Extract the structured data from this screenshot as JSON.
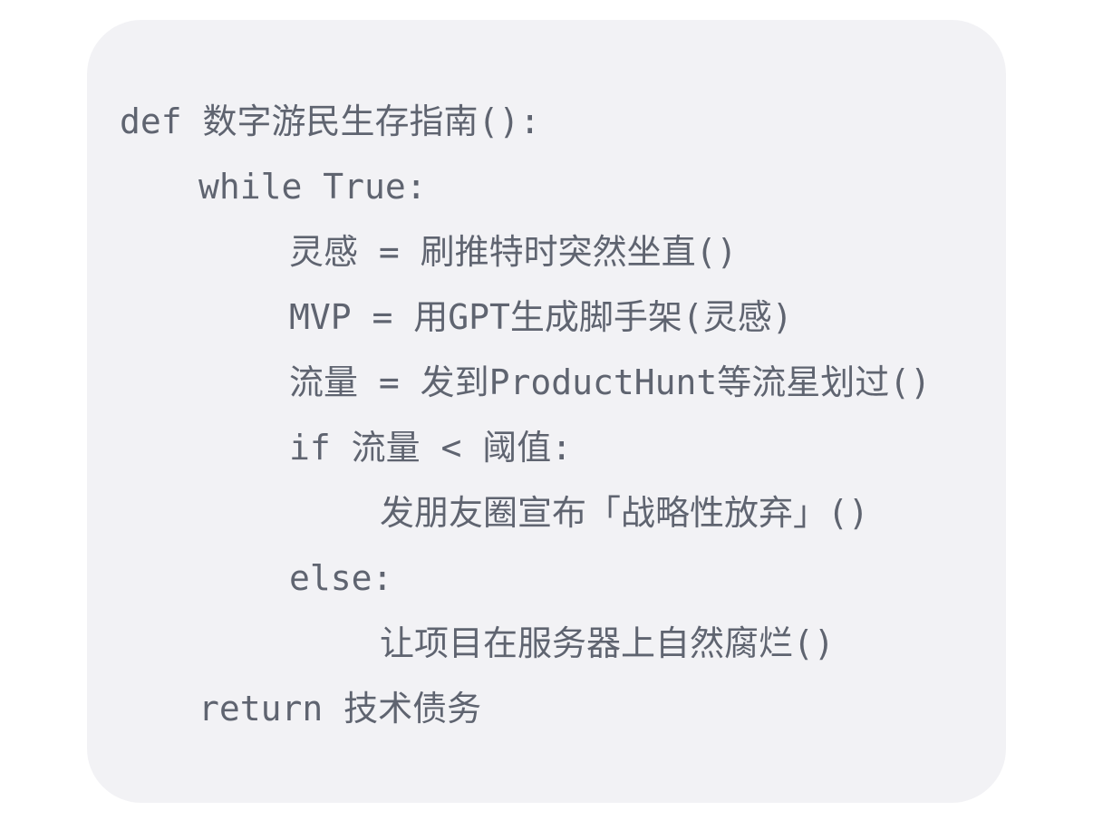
{
  "code": {
    "lines": [
      "def 数字游民生存指南():",
      "while True:",
      "灵感 = 刷推特时突然坐直()",
      "MVP = 用GPT生成脚手架(灵感)",
      "流量 = 发到ProductHunt等流星划过()",
      "if 流量 < 阈值:",
      "发朋友圈宣布「战略性放弃」()",
      "else:",
      "让项目在服务器上自然腐烂()",
      "return 技术债务"
    ]
  },
  "colors": {
    "card_background": "#f2f2f5",
    "code_text": "#5f6470",
    "page_background": "#ffffff"
  }
}
